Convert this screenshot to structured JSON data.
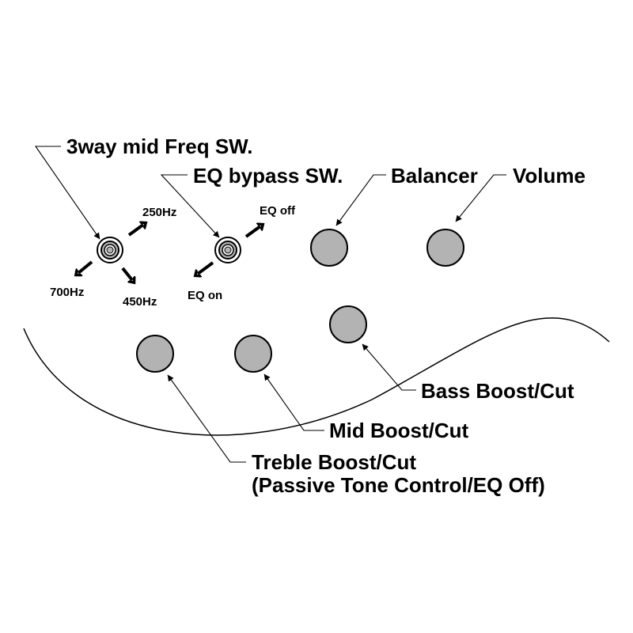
{
  "labels": {
    "mid_freq_switch": "3way mid Freq SW.",
    "eq_bypass_switch": "EQ bypass SW.",
    "balancer": "Balancer",
    "volume": "Volume",
    "bass": "Bass Boost/Cut",
    "mid": "Mid Boost/Cut",
    "treble_line1": "Treble Boost/Cut",
    "treble_line2": "(Passive Tone Control/EQ Off)"
  },
  "mid_freq_positions": {
    "up": "250Hz",
    "left": "700Hz",
    "down": "450Hz"
  },
  "eq_bypass_positions": {
    "up": "EQ off",
    "down": "EQ on"
  },
  "colors": {
    "knob_fill": "#b3b3b3",
    "line": "#000000",
    "background": "#ffffff"
  }
}
